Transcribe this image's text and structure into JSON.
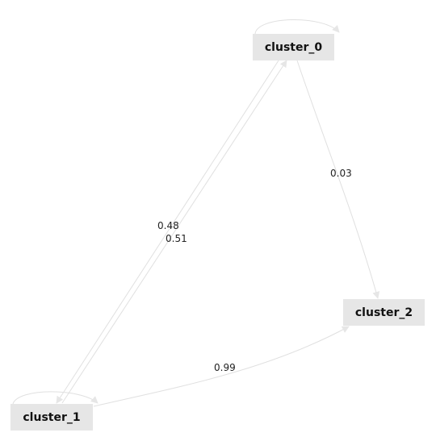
{
  "diagram": {
    "type": "directed-graph",
    "nodes": [
      {
        "id": "cluster_0",
        "label": "cluster_0"
      },
      {
        "id": "cluster_1",
        "label": "cluster_1"
      },
      {
        "id": "cluster_2",
        "label": "cluster_2"
      }
    ],
    "edges": [
      {
        "from": "cluster_0",
        "to": "cluster_0",
        "label": ""
      },
      {
        "from": "cluster_1",
        "to": "cluster_1",
        "label": ""
      },
      {
        "from": "cluster_0",
        "to": "cluster_2",
        "label": "0.03"
      },
      {
        "from": "cluster_1",
        "to": "cluster_0",
        "label": "0.48"
      },
      {
        "from": "cluster_0",
        "to": "cluster_1",
        "label": "0.51"
      },
      {
        "from": "cluster_1",
        "to": "cluster_2",
        "label": "0.99"
      }
    ],
    "colors": {
      "node_fill": "#e6e6e6",
      "edge_stroke": "#e0e0e0",
      "text": "#111111"
    }
  }
}
